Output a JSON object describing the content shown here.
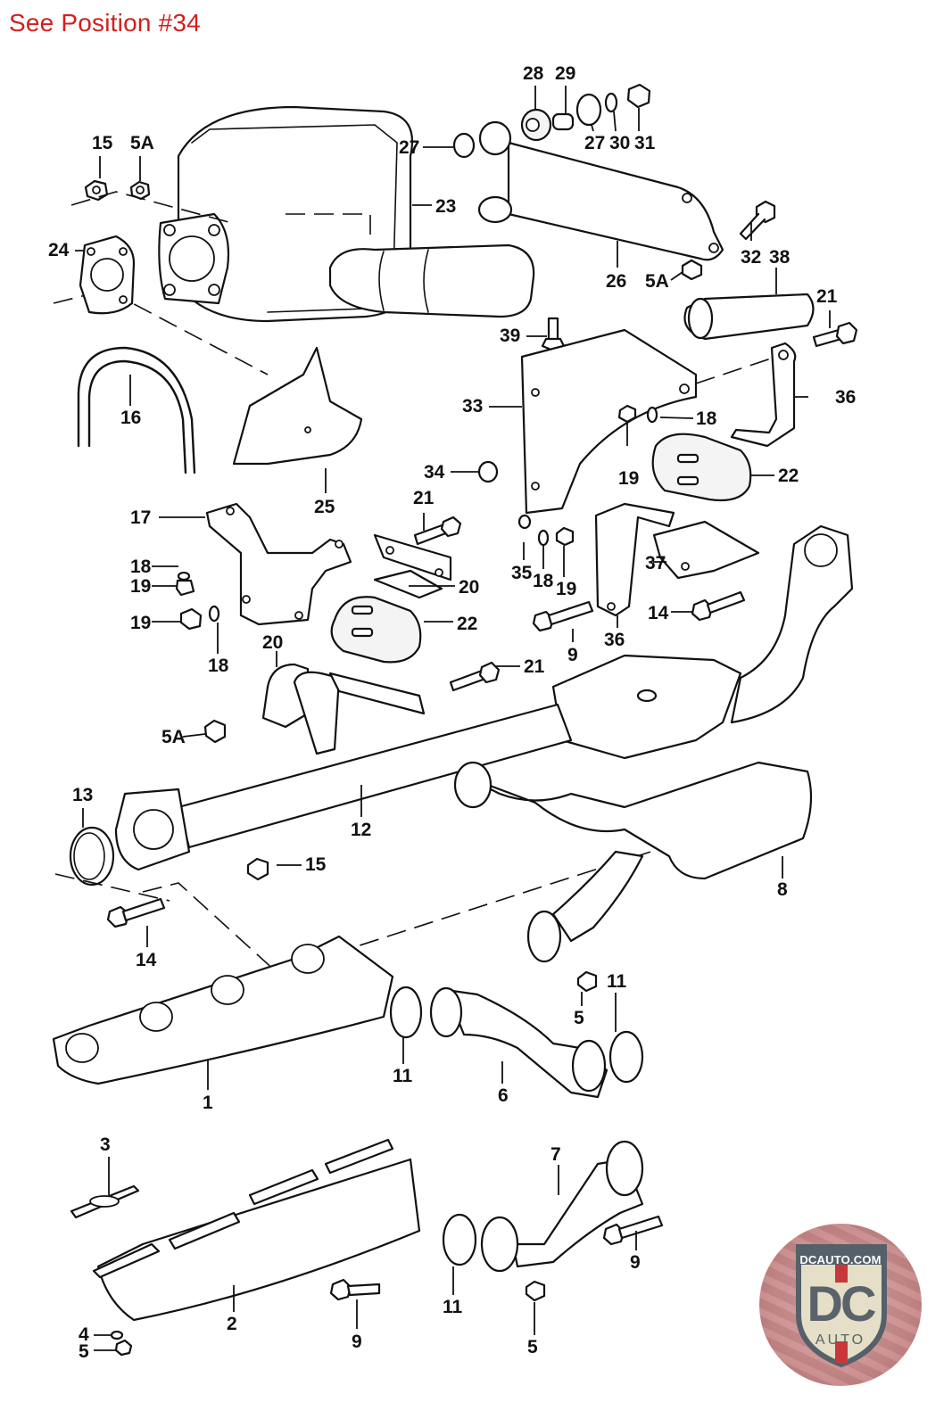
{
  "header": {
    "note": "See Position #34",
    "note_color": "#d21f1f"
  },
  "callouts": [
    {
      "id": "c15a",
      "text": "15"
    },
    {
      "id": "c5a_top",
      "text": "5A"
    },
    {
      "id": "c24",
      "text": "24"
    },
    {
      "id": "c23",
      "text": "23"
    },
    {
      "id": "c27a",
      "text": "27"
    },
    {
      "id": "c28",
      "text": "28"
    },
    {
      "id": "c29",
      "text": "29"
    },
    {
      "id": "c27b",
      "text": "27"
    },
    {
      "id": "c30",
      "text": "30"
    },
    {
      "id": "c31",
      "text": "31"
    },
    {
      "id": "c26",
      "text": "26"
    },
    {
      "id": "c5a_mid",
      "text": "5A"
    },
    {
      "id": "c32",
      "text": "32"
    },
    {
      "id": "c38",
      "text": "38"
    },
    {
      "id": "c39",
      "text": "39"
    },
    {
      "id": "c21a",
      "text": "21"
    },
    {
      "id": "c16",
      "text": "16"
    },
    {
      "id": "c33",
      "text": "33"
    },
    {
      "id": "c18a",
      "text": "18"
    },
    {
      "id": "c36a",
      "text": "36"
    },
    {
      "id": "c25",
      "text": "25"
    },
    {
      "id": "c34",
      "text": "34"
    },
    {
      "id": "c19a",
      "text": "19"
    },
    {
      "id": "c22a",
      "text": "22"
    },
    {
      "id": "c17",
      "text": "17"
    },
    {
      "id": "c21b",
      "text": "21"
    },
    {
      "id": "c18b",
      "text": "18"
    },
    {
      "id": "c19b",
      "text": "19"
    },
    {
      "id": "c20a",
      "text": "20"
    },
    {
      "id": "c35",
      "text": "35"
    },
    {
      "id": "c18c",
      "text": "18"
    },
    {
      "id": "c19c",
      "text": "19"
    },
    {
      "id": "c37",
      "text": "37"
    },
    {
      "id": "c14a",
      "text": "14"
    },
    {
      "id": "c19d",
      "text": "19"
    },
    {
      "id": "c18d",
      "text": "18"
    },
    {
      "id": "c22b",
      "text": "22"
    },
    {
      "id": "c9a",
      "text": "9"
    },
    {
      "id": "c36b",
      "text": "36"
    },
    {
      "id": "c20b",
      "text": "20"
    },
    {
      "id": "c21c",
      "text": "21"
    },
    {
      "id": "c5a_low",
      "text": "5A"
    },
    {
      "id": "c13",
      "text": "13"
    },
    {
      "id": "c12",
      "text": "12"
    },
    {
      "id": "c15b",
      "text": "15"
    },
    {
      "id": "c8",
      "text": "8"
    },
    {
      "id": "c14b",
      "text": "14"
    },
    {
      "id": "c5a",
      "text": "5"
    },
    {
      "id": "c11a",
      "text": "11"
    },
    {
      "id": "c11b",
      "text": "11"
    },
    {
      "id": "c1",
      "text": "1"
    },
    {
      "id": "c6",
      "text": "6"
    },
    {
      "id": "c3",
      "text": "3"
    },
    {
      "id": "c7",
      "text": "7"
    },
    {
      "id": "c9b",
      "text": "9"
    },
    {
      "id": "c4",
      "text": "4"
    },
    {
      "id": "c5b",
      "text": "5"
    },
    {
      "id": "c2",
      "text": "2"
    },
    {
      "id": "c11c",
      "text": "11"
    },
    {
      "id": "c9c",
      "text": "9"
    },
    {
      "id": "c5c",
      "text": "5"
    }
  ],
  "logo": {
    "top_text": "DCAUTO.COM",
    "main_text": "DC",
    "bottom_text": "AUTO",
    "accent_color": "#c8373a",
    "text_color": "#5a626b"
  }
}
